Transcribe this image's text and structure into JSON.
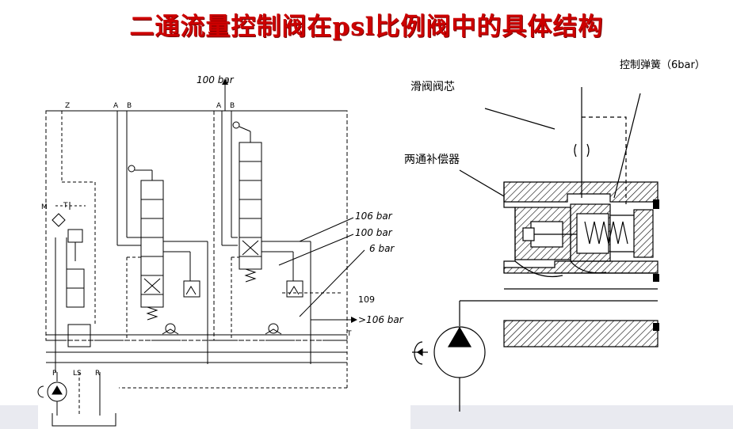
{
  "title": "二通流量控制阀在psl比例阀中的具体结构",
  "schematic": {
    "top_pressure": "100 bar",
    "port_z": "Z",
    "port_a1": "A",
    "port_b1": "B",
    "port_a2": "A",
    "port_b2": "B",
    "port_m": "M",
    "port_t_top": "T",
    "port_p": "P",
    "port_ls": "LS",
    "port_r": "R",
    "port_t_right": "T",
    "callout_106": "106  bar",
    "callout_100": "100  bar",
    "callout_6": "6  bar",
    "ref_number": "109",
    "out_pressure": ">106  bar"
  },
  "section": {
    "spring_label": "控制弹簧（6bar）",
    "spool_label": "滑阀阀芯",
    "compensator_label": "两通补偿器"
  }
}
